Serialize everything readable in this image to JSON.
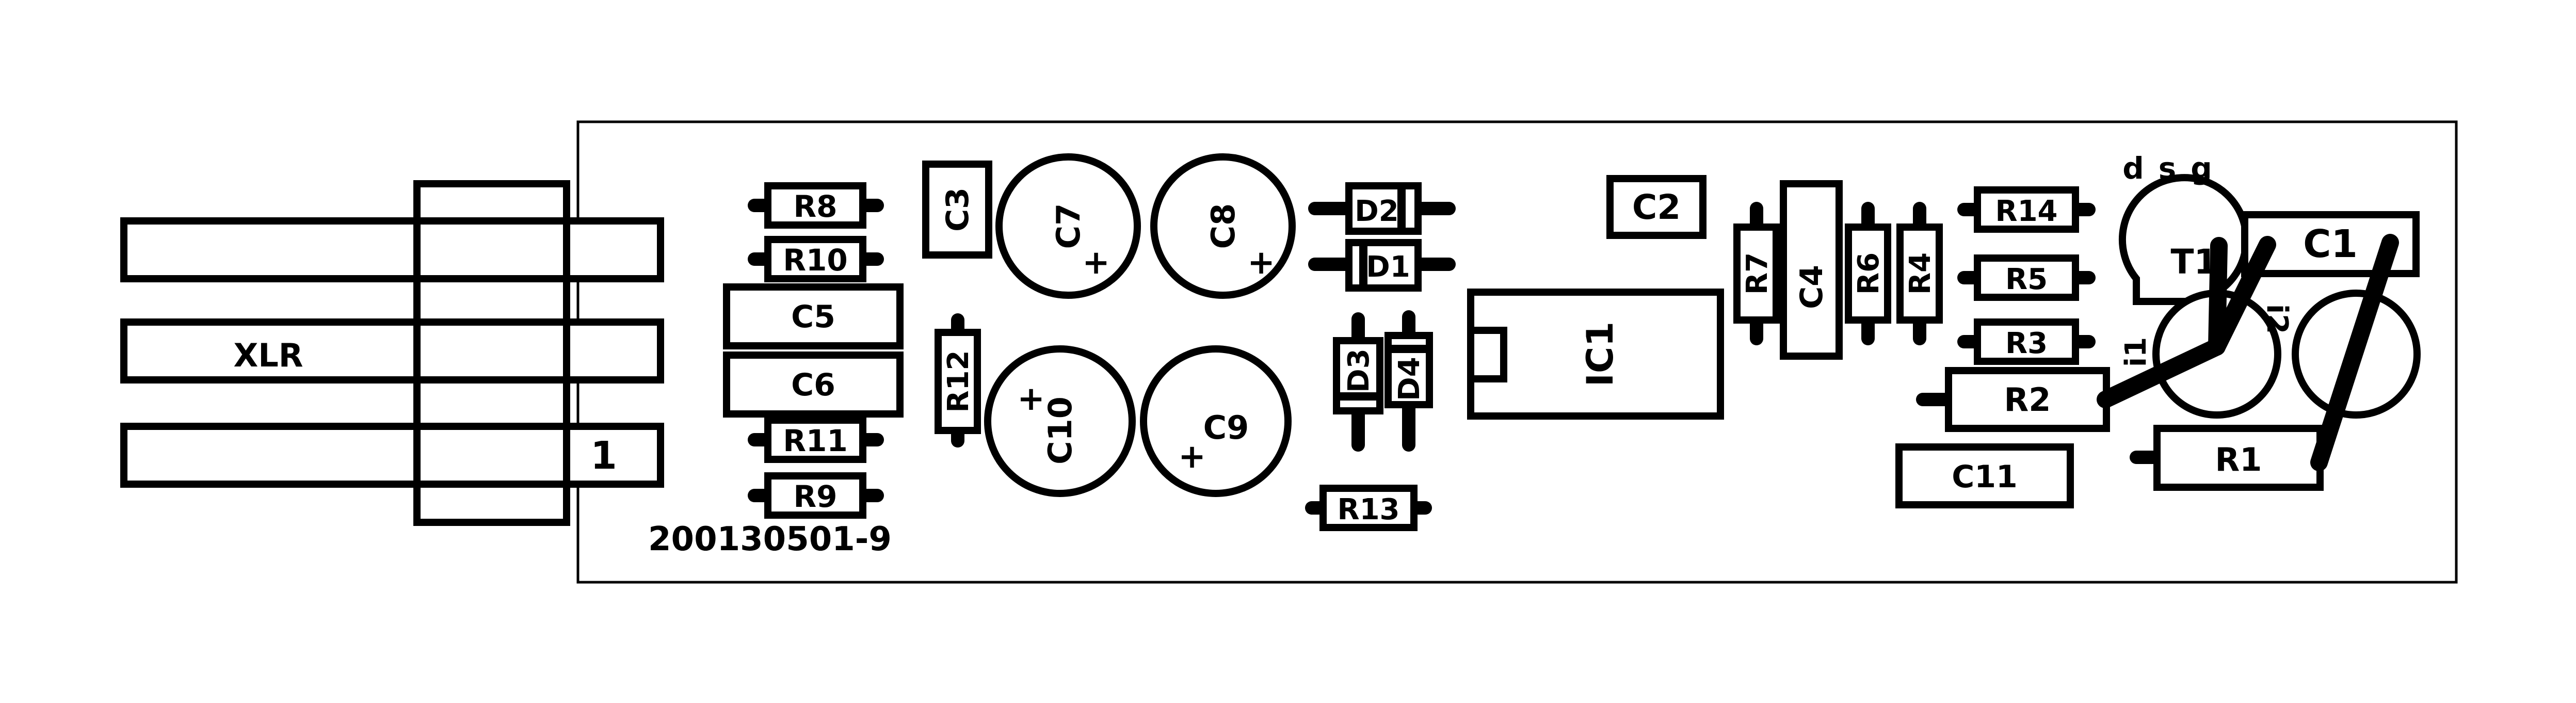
{
  "board": {
    "id": "200130501-9"
  },
  "connector": {
    "label": "XLR",
    "pin_label": "1"
  },
  "capacitors": {
    "c1": "C1",
    "c2": "C2",
    "c3": "C3",
    "c4": "C4",
    "c5": "C5",
    "c6": "C6",
    "c7": "C7",
    "c8": "C8",
    "c9": "C9",
    "c10": "C10",
    "c11": "C11",
    "polarity": "+"
  },
  "resistors": {
    "r1": "R1",
    "r2": "R2",
    "r3": "R3",
    "r4": "R4",
    "r5": "R5",
    "r6": "R6",
    "r7": "R7",
    "r8": "R8",
    "r9": "R9",
    "r10": "R10",
    "r11": "R11",
    "r12": "R12",
    "r13": "R13",
    "r14": "R14"
  },
  "diodes": {
    "d1": "D1",
    "d2": "D2",
    "d3": "D3",
    "d4": "D4"
  },
  "ic": {
    "ic1": "IC1"
  },
  "transistor": {
    "t1": "T1",
    "pin_d": "d",
    "pin_s": "s",
    "pin_g": "g"
  },
  "jumpers": {
    "i1": "i1",
    "i2": "i2"
  },
  "colors": {
    "ink": "#000000",
    "background": "#ffffff"
  }
}
